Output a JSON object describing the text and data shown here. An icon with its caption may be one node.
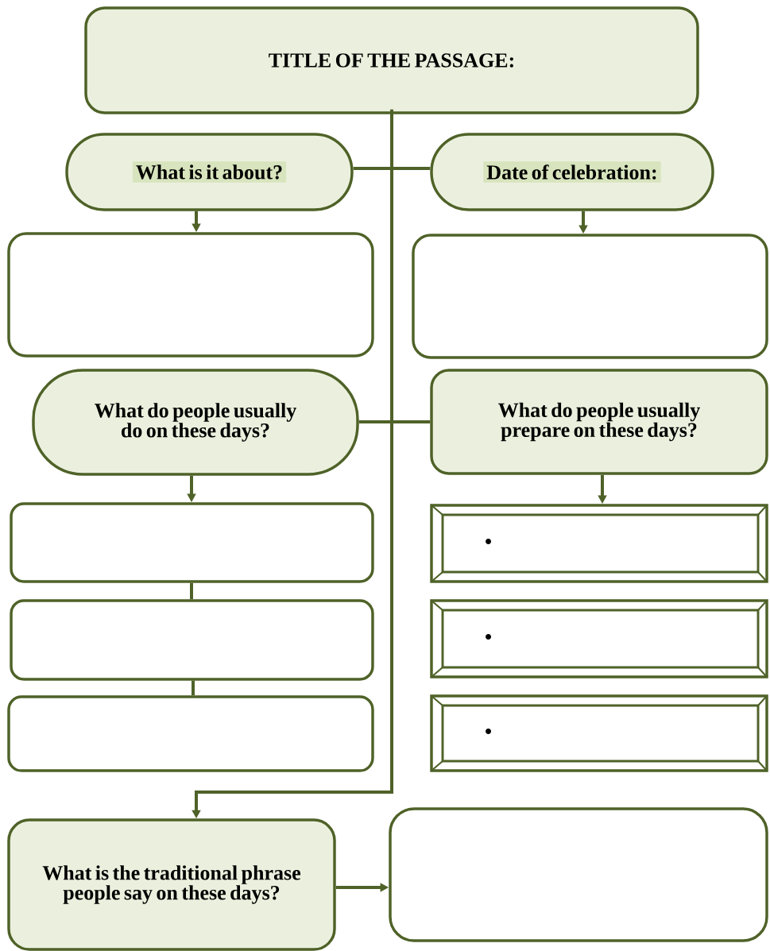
{
  "diagram": {
    "nodes": [
      {
        "text": [
          "TITLE OF THE PASSAGE:"
        ]
      },
      {
        "text": [
          "What is it about?"
        ]
      },
      {
        "text": [
          "Date of celebration:"
        ]
      },
      {
        "text": [],
        "shape": "box"
      },
      {
        "text": [],
        "shape": "box"
      },
      {
        "text": [
          "What do people usually do on these days?"
        ]
      },
      {
        "text": [
          "What do people usually prepare on these days?"
        ]
      },
      {
        "text": [],
        "shape": "box"
      },
      {
        "text": [],
        "shape": "box"
      },
      {
        "text": [],
        "shape": "box"
      },
      {
        "text": [
          "•"
        ]
      },
      {
        "text": [
          "•"
        ]
      },
      {
        "text": [
          "•"
        ]
      },
      {
        "text": [
          "What is the traditional phrase people say on these days?"
        ]
      },
      {
        "text": [],
        "shape": "box"
      }
    ],
    "edges": [
      {
        "from": 1,
        "to": 2,
        "arrow": "none"
      },
      {
        "from": 1,
        "to": 3,
        "arrow": "to"
      },
      {
        "from": 2,
        "to": 4,
        "arrow": "to"
      },
      {
        "from": 5,
        "to": 6,
        "arrow": "none"
      },
      {
        "from": 5,
        "to": 7,
        "arrow": "to"
      },
      {
        "from": 7,
        "to": 8,
        "arrow": "none"
      },
      {
        "from": 8,
        "to": 9,
        "arrow": "none"
      },
      {
        "from": 6,
        "to": 10,
        "arrow": "to"
      },
      {
        "from": 0,
        "to": 13,
        "arrow": "to"
      },
      {
        "from": 13,
        "to": 14,
        "arrow": "to"
      }
    ]
  }
}
